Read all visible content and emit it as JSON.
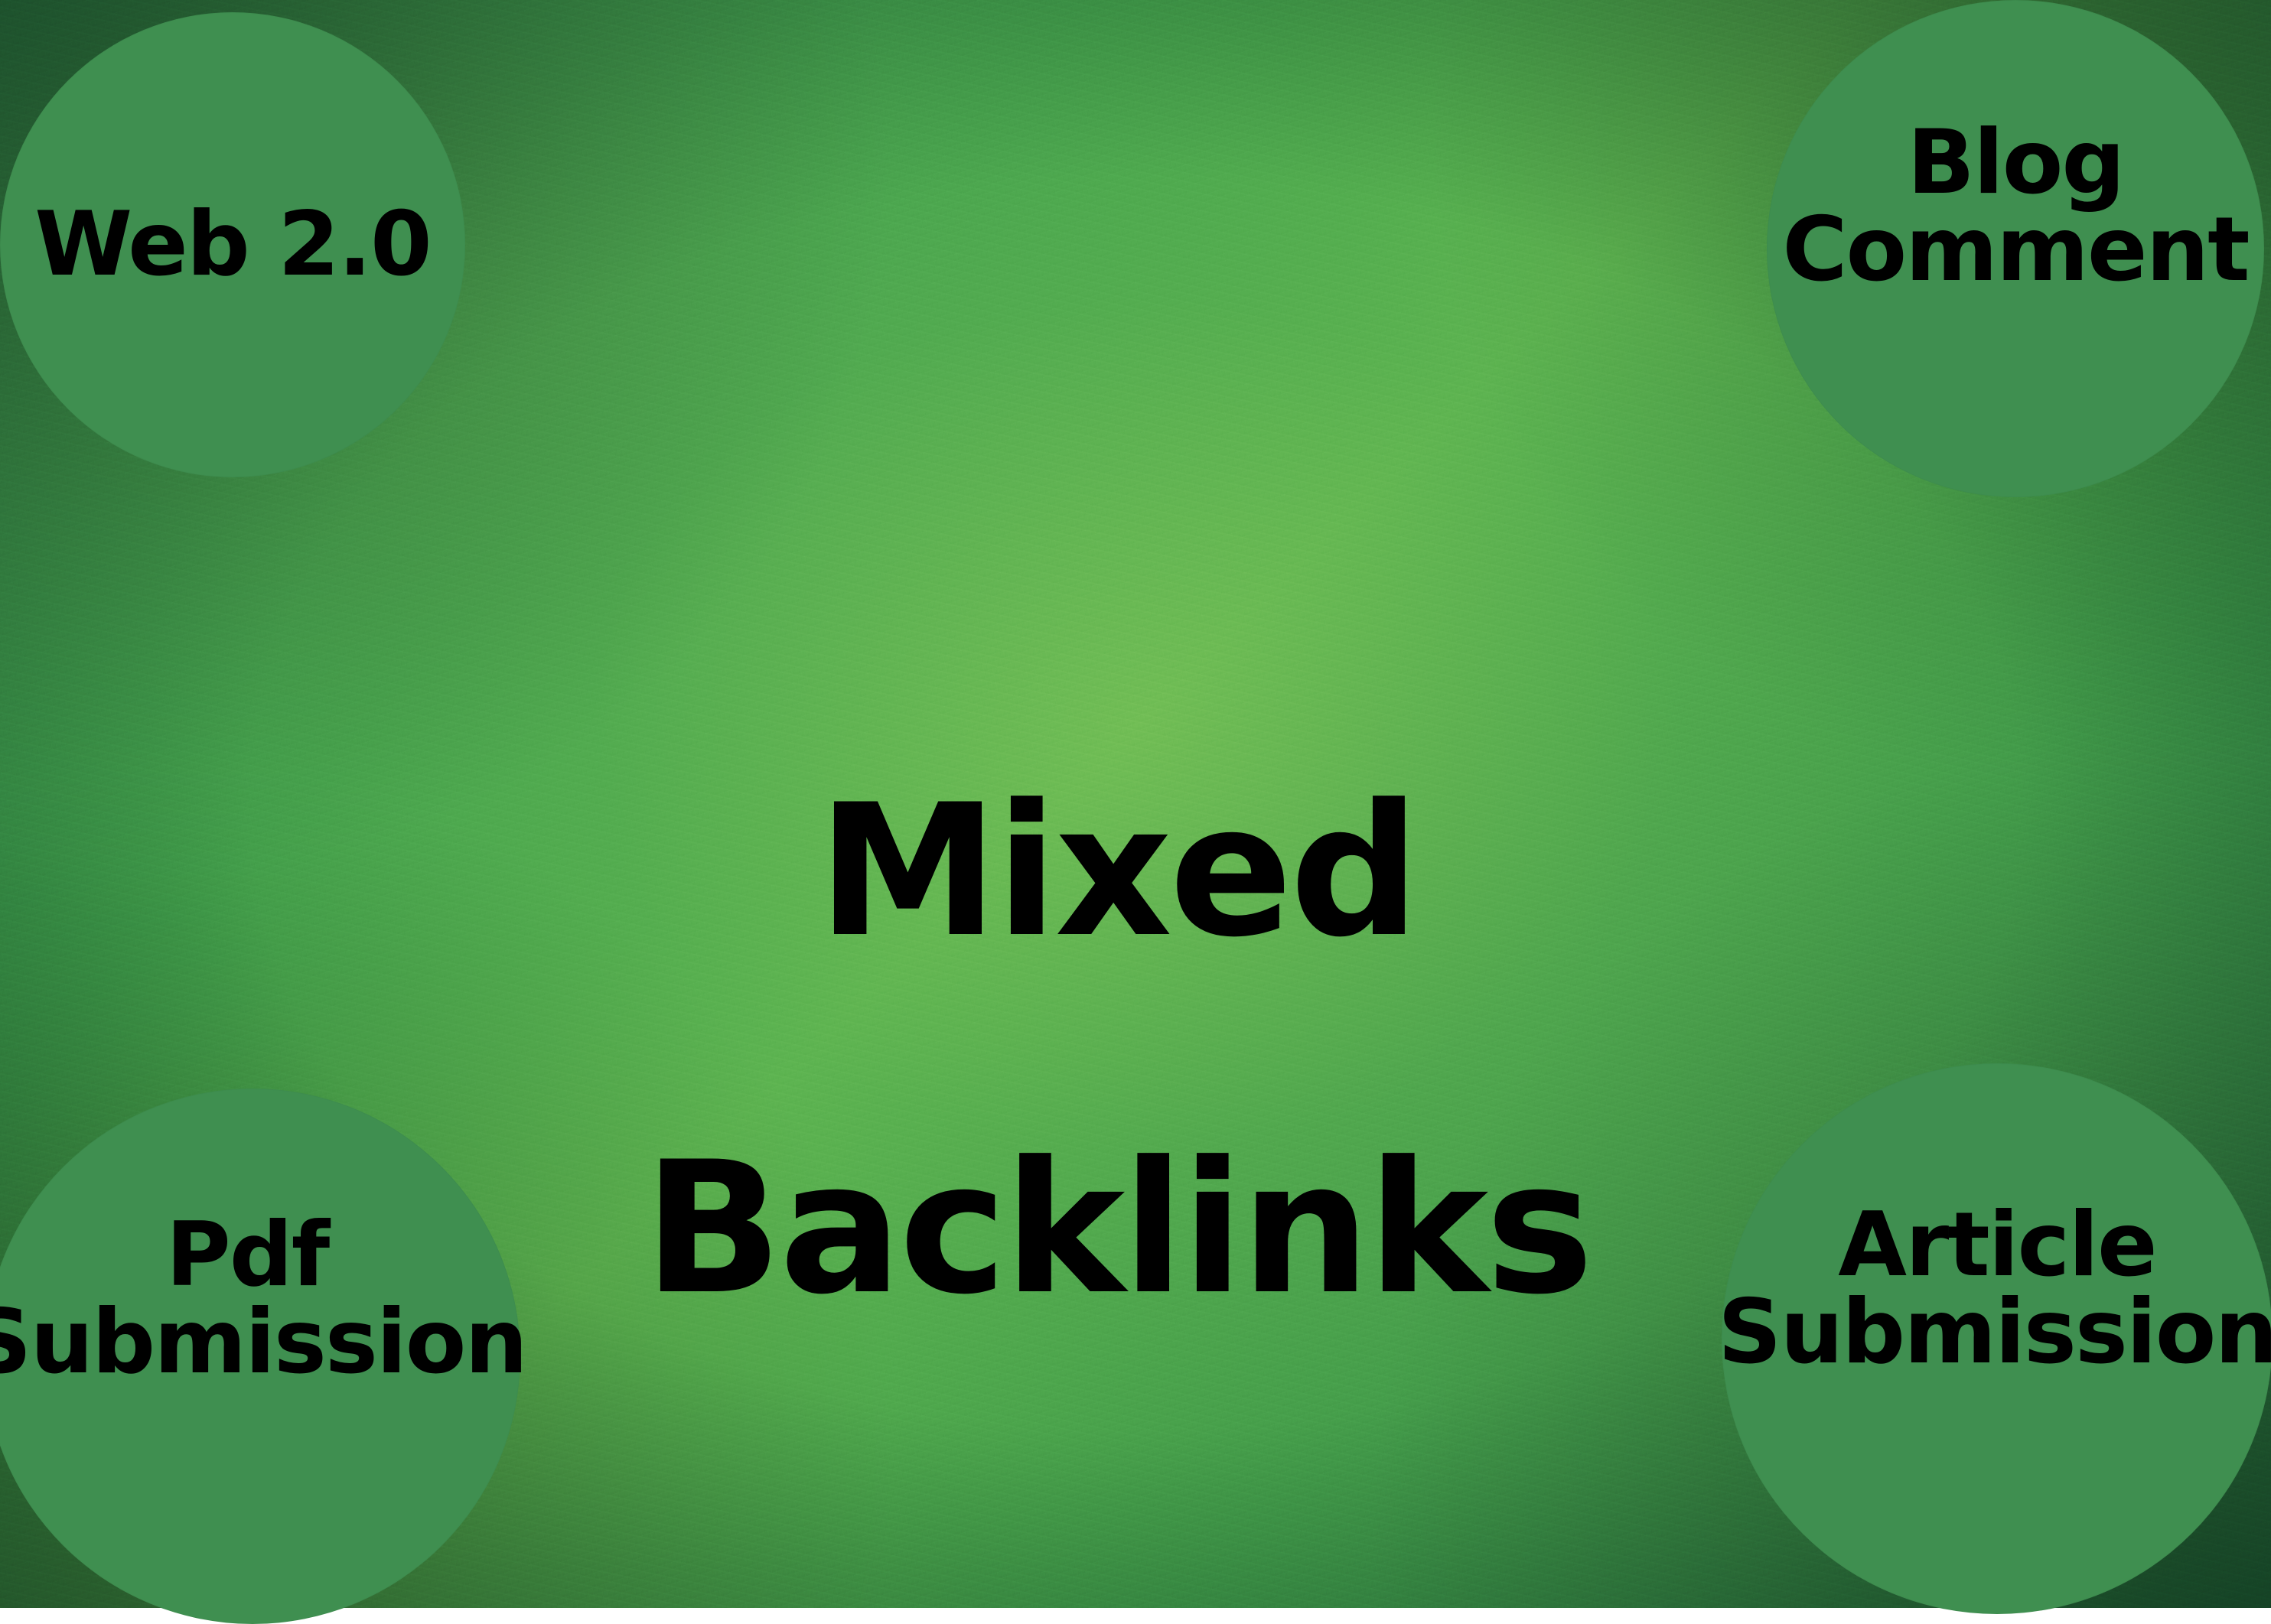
{
  "canvas": {
    "background_color": "#4ca54d",
    "accent_color": "#3f8f50",
    "text_color": "#000000"
  },
  "title": {
    "line1": "Mixed",
    "line2": "Backlinks"
  },
  "bubbles": {
    "web20": "Web 2.0",
    "blog_comment": "Blog\nComment",
    "pdf_submission": "Pdf\nSubmission",
    "article_submission": "Article\nSubmission"
  }
}
